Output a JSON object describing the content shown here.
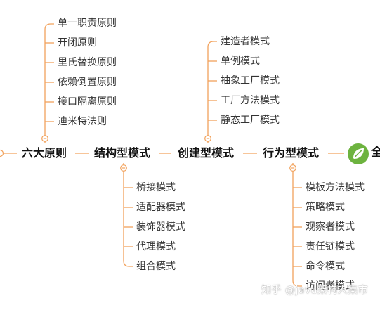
{
  "colors": {
    "connector": "#f2a25c",
    "spring_green": "#6db33f",
    "text": "#333333"
  },
  "main_nodes": {
    "six_principles": "六大原则",
    "structural": "结构型模式",
    "creational": "创建型模式",
    "behavioral": "行为型模式",
    "root_partial": "全"
  },
  "six_principles": [
    "单一职责原则",
    "开闭原则",
    "里氏替换原则",
    "依赖倒置原则",
    "接口隔离原则",
    "迪米特法则"
  ],
  "creational": [
    "建造者模式",
    "单例模式",
    "抽象工厂模式",
    "工厂方法模式",
    "静态工厂模式"
  ],
  "structural": [
    "桥接模式",
    "适配器模式",
    "装饰器模式",
    "代理模式",
    "组合模式"
  ],
  "behavioral": [
    "模板方法模式",
    "策略模式",
    "观察者模式",
    "责任链模式",
    "命令模式",
    "访问者模式"
  ],
  "watermark": "知乎 @java架构人集市",
  "icons": {
    "collapse": "minus-circle-icon",
    "root": "spring-leaf-icon"
  }
}
